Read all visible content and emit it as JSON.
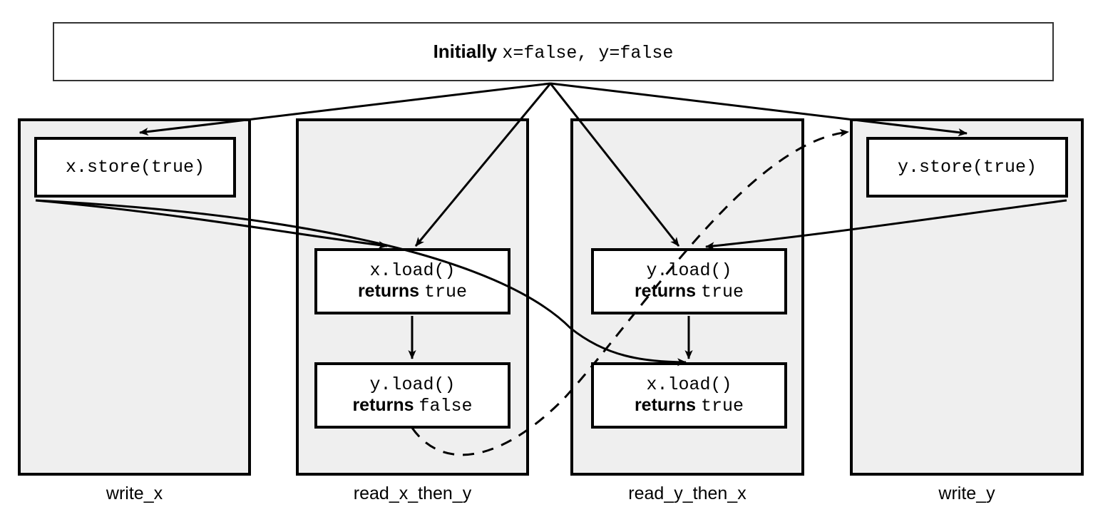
{
  "diagram": {
    "header": {
      "prefix": "Initially ",
      "code": "x=false, y=false"
    },
    "lanes": [
      {
        "id": "write_x",
        "label": "write_x"
      },
      {
        "id": "read_x_then_y",
        "label": "read_x_then_y"
      },
      {
        "id": "read_y_then_x",
        "label": "read_y_then_x"
      },
      {
        "id": "write_y",
        "label": "write_y"
      }
    ],
    "events": [
      {
        "id": "x-store-true",
        "lane": "write_x",
        "code": "x.store(true)",
        "keyword": "",
        "value": ""
      },
      {
        "id": "x-load-true",
        "lane": "read_x_then_y",
        "code": "x.load()",
        "keyword": "returns ",
        "value": "true"
      },
      {
        "id": "y-load-false",
        "lane": "read_x_then_y",
        "code": "y.load()",
        "keyword": "returns ",
        "value": "false"
      },
      {
        "id": "y-load-true",
        "lane": "read_y_then_x",
        "code": "y.load()",
        "keyword": "returns ",
        "value": "true"
      },
      {
        "id": "x-load-true-2",
        "lane": "read_y_then_x",
        "code": "x.load()",
        "keyword": "returns ",
        "value": "true"
      },
      {
        "id": "y-store-true",
        "lane": "write_y",
        "code": "y.store(true)",
        "keyword": "",
        "value": ""
      }
    ],
    "edges": [
      {
        "id": "init-to-x-store",
        "from": "initially",
        "to": "x-store-true",
        "style": "solid"
      },
      {
        "id": "init-to-x-load",
        "from": "initially",
        "to": "x-load-true",
        "style": "solid"
      },
      {
        "id": "init-to-y-load",
        "from": "initially",
        "to": "y-load-true",
        "style": "solid"
      },
      {
        "id": "init-to-y-store",
        "from": "initially",
        "to": "y-store-true",
        "style": "solid"
      },
      {
        "id": "x-store-to-x-load",
        "from": "x-store-true",
        "to": "x-load-true",
        "style": "solid"
      },
      {
        "id": "x-store-to-x-load-2",
        "from": "x-store-true",
        "to": "x-load-true-2",
        "style": "solid"
      },
      {
        "id": "y-store-to-y-load",
        "from": "y-store-true",
        "to": "y-load-true",
        "style": "solid"
      },
      {
        "id": "x-load-to-y-load",
        "from": "x-load-true",
        "to": "y-load-false",
        "style": "solid"
      },
      {
        "id": "y-load-to-x-load",
        "from": "y-load-true",
        "to": "x-load-true-2",
        "style": "solid"
      },
      {
        "id": "y-load-false-to-y-store",
        "from": "y-load-false",
        "to": "y-store-true",
        "style": "dashed"
      }
    ],
    "colors": {
      "lane_fill": "#efefef",
      "box_fill": "#ffffff",
      "stroke": "#000000",
      "header_border": "#333333",
      "page_background": "#ffffff"
    }
  }
}
